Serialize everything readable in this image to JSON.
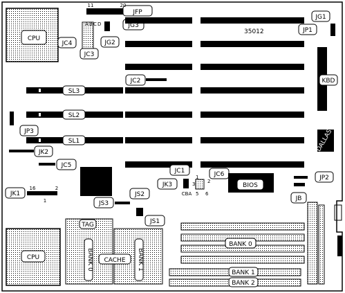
{
  "board_code": "35012",
  "components": {
    "cpu_top": "CPU",
    "cpu_bottom": "CPU",
    "kbd": "KBD",
    "bios": "BIOS",
    "tag": "TAG",
    "cache": "CACHE",
    "bank0_cache": "BANK 0",
    "bank1_cache": "BANK 1",
    "bank0": "BANK 0",
    "bank1": "BANK 1",
    "bank2": "BANK 2",
    "dallas": "DALLAS"
  },
  "slots": {
    "sl1": "SL1",
    "sl2": "SL2",
    "sl3": "SL3"
  },
  "jumpers": {
    "jfp": "JFP",
    "jg1": "JG1",
    "jp1": "JP1",
    "jg2": "JG2",
    "jg3": "JG3",
    "jc2": "JC2",
    "jc3": "JC3",
    "jc4": "JC4",
    "jp3": "JP3",
    "jk2": "JK2",
    "jc5": "JC5",
    "jc1": "JC1",
    "jc6": "JC6",
    "jk3": "JK3",
    "jp2": "JP2",
    "jb": "JB",
    "jk1": "JK1",
    "js2": "JS2",
    "js3": "JS3",
    "js1": "JS1"
  },
  "pin_labels": {
    "jfp_left": "11",
    "jfp_right": "20",
    "jk1_16": "16",
    "jk1_2": "2",
    "jk1_1": "1",
    "jc3_a": "A",
    "jc3_b": "B",
    "jc3_c": "C",
    "jc3_d": "D",
    "jc1_cba": "CBA",
    "jc6_1": "1",
    "jc6_2": "2",
    "jc6_3": "3",
    "jc6_5": "5",
    "jc6_6": "6"
  }
}
